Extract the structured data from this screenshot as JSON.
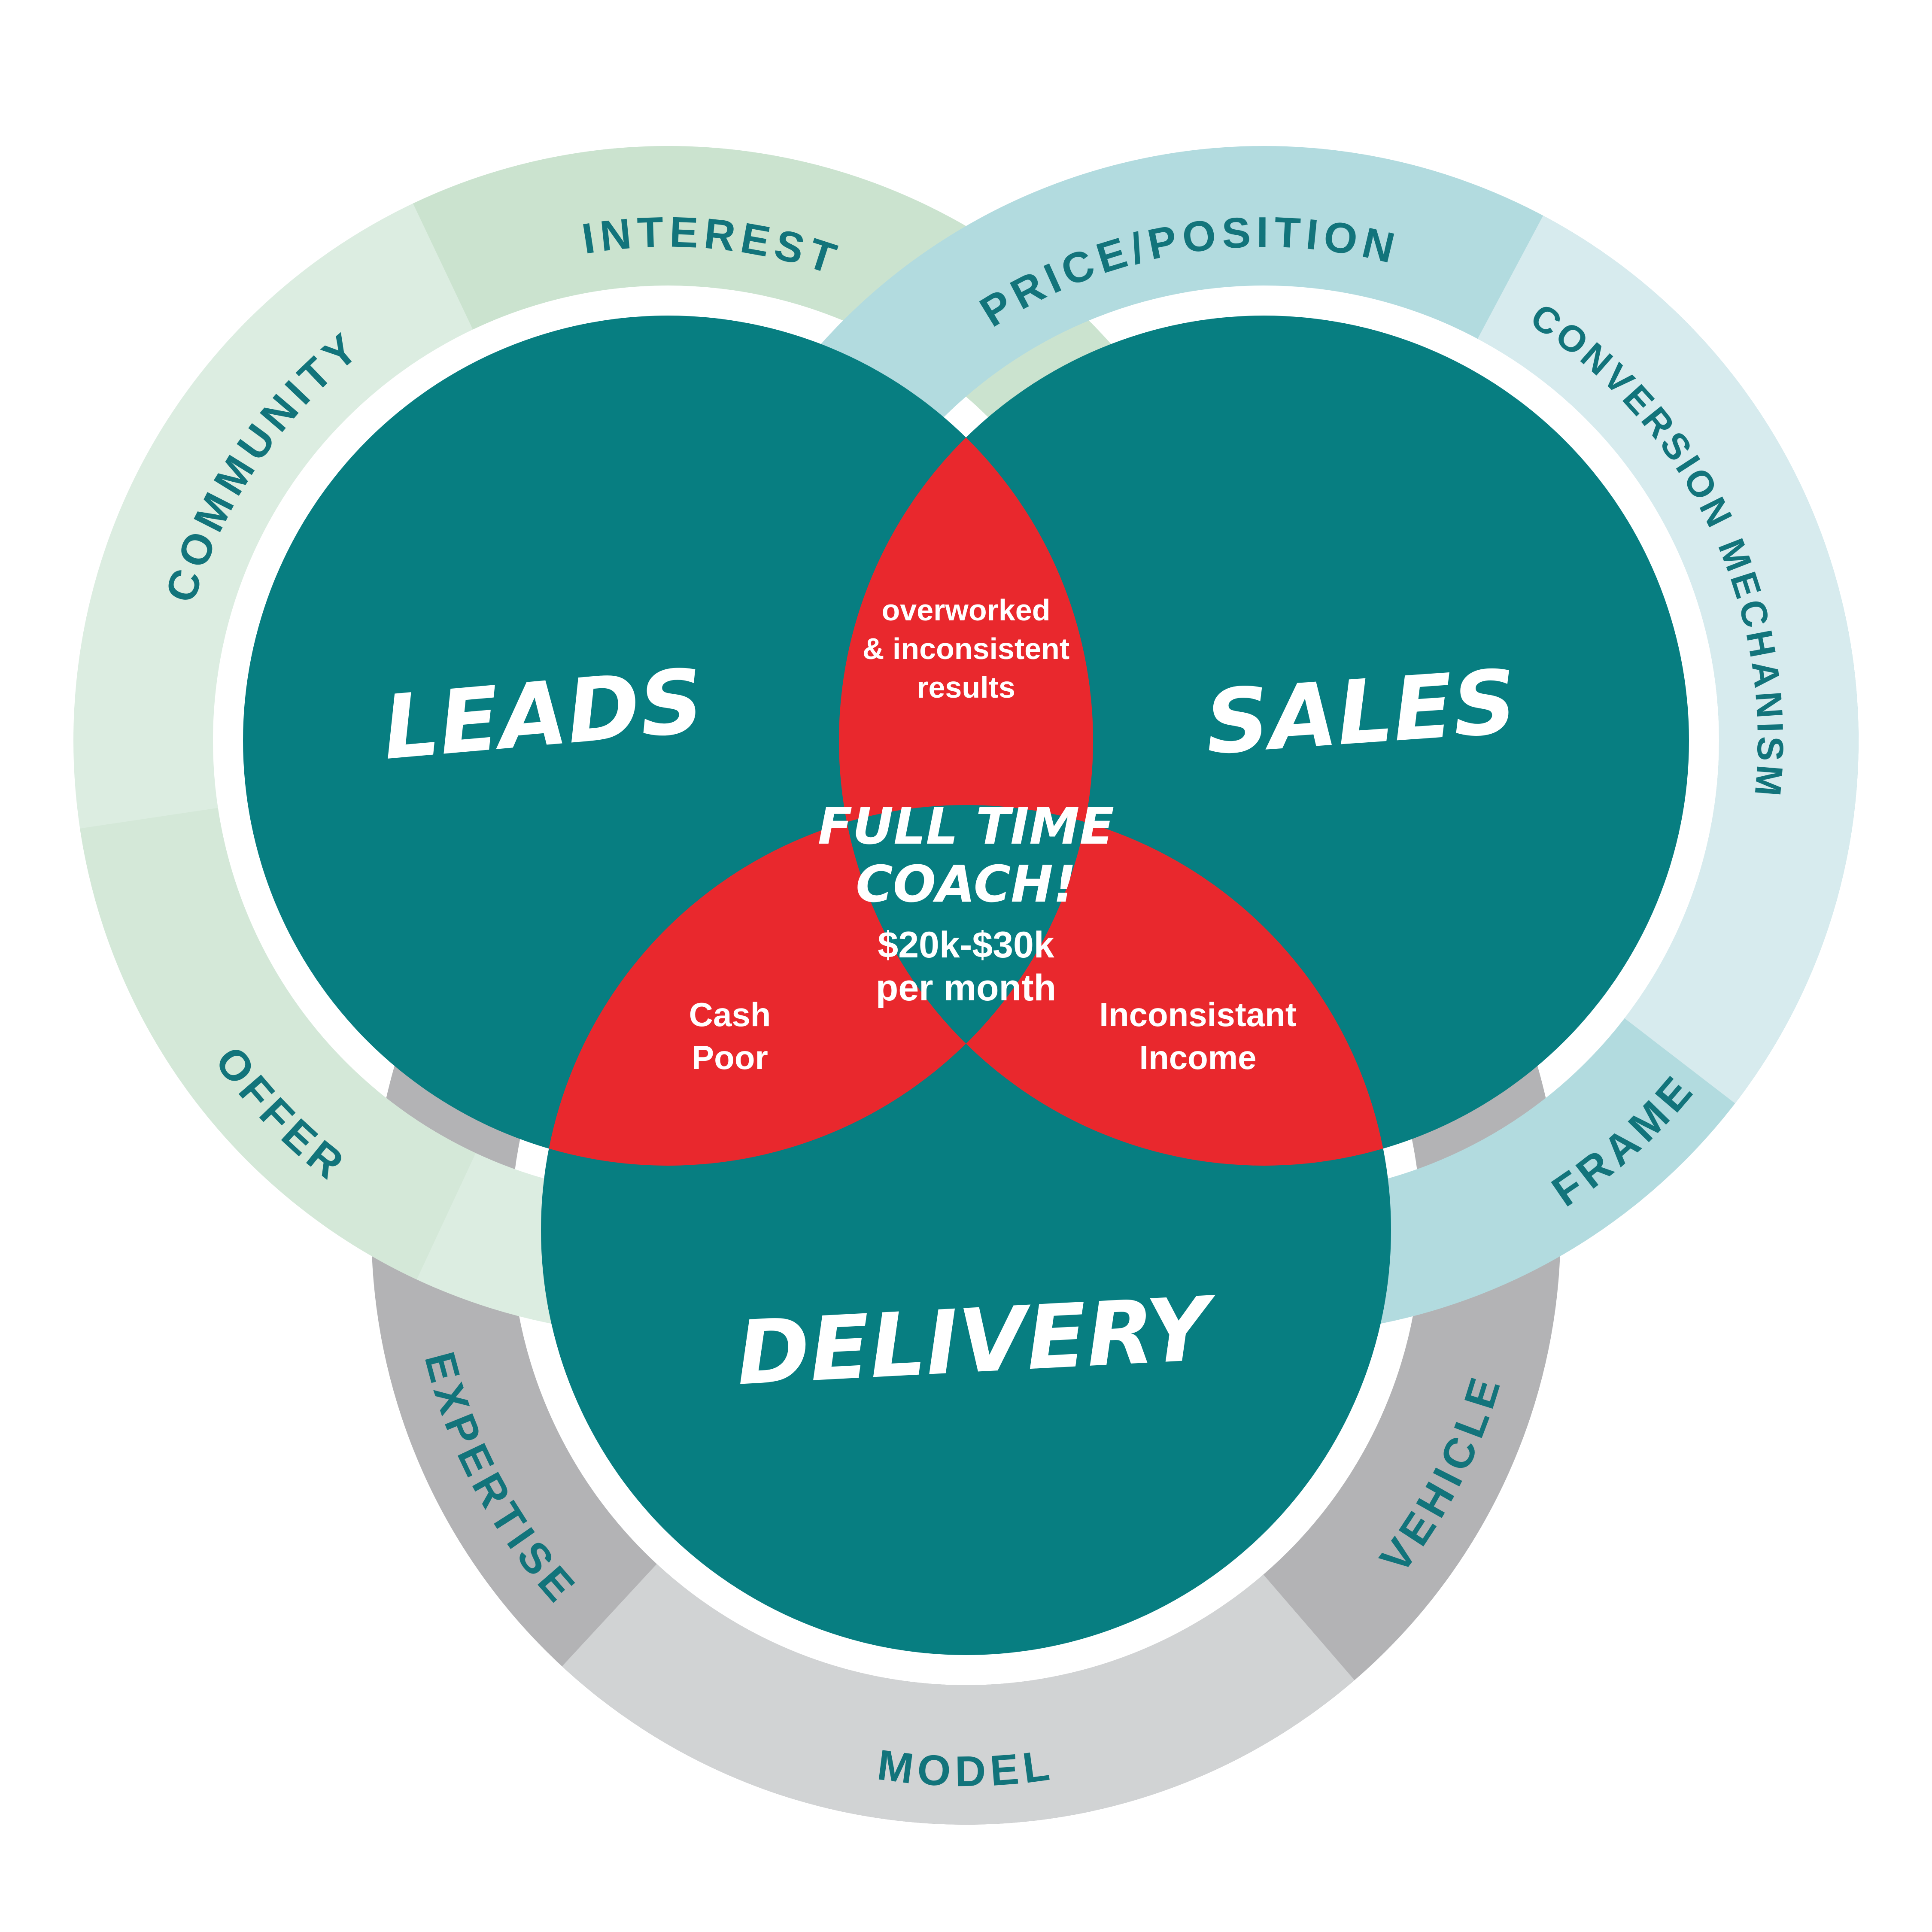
{
  "colors": {
    "white": "#ffffff",
    "teal": "#077e81",
    "red": "#e9282d",
    "label_teal": "#12747b",
    "ring_green_light": "#dcede1",
    "ring_green_dark": "#cbe3cf",
    "ring_green_mid": "#d4e8d8",
    "ring_blue": "#b2dbdf",
    "ring_blue_light": "#d7ebee",
    "ring_gray": "#b3b3b5",
    "ring_gray_light": "#d1d3d4"
  },
  "diagram": {
    "circles": {
      "leads": {
        "title": "LEADS",
        "segments": [
          {
            "label": "INTEREST"
          },
          {
            "label": "COMMUNITY"
          },
          {
            "label": "OFFER"
          }
        ]
      },
      "sales": {
        "title": "SALES",
        "segments": [
          {
            "label": "PRICE/POSITION"
          },
          {
            "label": "CONVERSION MECHANISM"
          },
          {
            "label": "FRAME"
          }
        ]
      },
      "delivery": {
        "title": "DELIVERY",
        "segments": [
          {
            "label": "EXPERTISE"
          },
          {
            "label": "MODEL"
          },
          {
            "label": "VEHICLE"
          }
        ]
      }
    },
    "overlaps": {
      "leads_sales": {
        "lines": [
          "overworked",
          "& inconsistent",
          "results"
        ]
      },
      "leads_delivery": {
        "lines": [
          "Cash",
          "Poor"
        ]
      },
      "sales_delivery": {
        "lines": [
          "Inconsistant",
          "Income"
        ]
      },
      "center": {
        "heading": [
          "FULL TIME",
          "COACH!"
        ],
        "sub": [
          "$20k-$30k",
          "per month"
        ]
      }
    }
  }
}
